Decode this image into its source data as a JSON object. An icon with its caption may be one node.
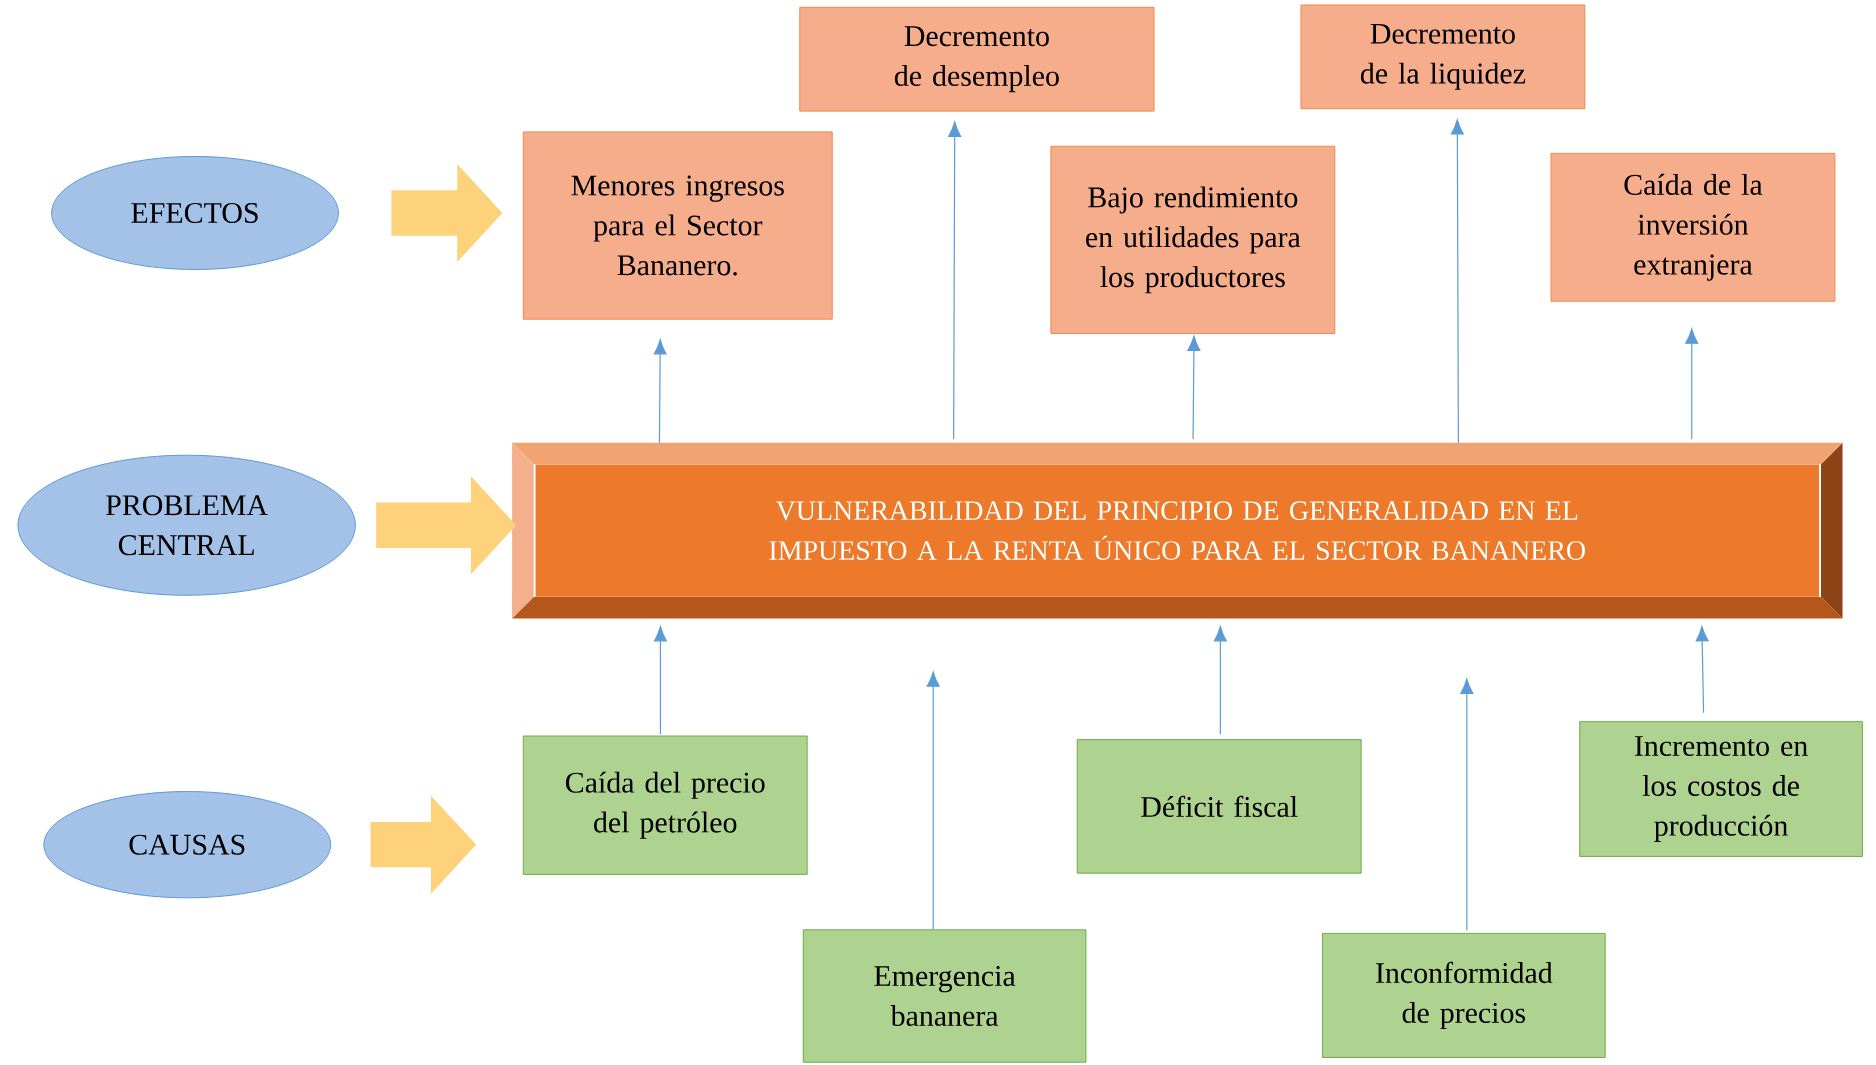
{
  "diagram": {
    "nodes": [
      {
        "text": [
          "EFECTOS"
        ]
      },
      {
        "text": [
          "PROBLEMA CENTRAL"
        ]
      },
      {
        "text": [
          "CAUSAS"
        ]
      },
      {
        "text": [
          "VULNERABILIDAD DEL PRINCIPIO DE GENERALIDAD EN EL IMPUESTO A LA RENTA ÚNICO PARA EL SECTOR BANANERO"
        ]
      },
      {
        "text": [
          "Decremento de desempleo"
        ]
      },
      {
        "text": [
          "Decremento de la liquidez"
        ]
      },
      {
        "text": [
          "Menores ingresos para el Sector Bananero."
        ]
      },
      {
        "text": [
          "Bajo rendimiento en utilidades para los productores"
        ]
      },
      {
        "text": [
          "Caída de la inversión extranjera"
        ]
      },
      {
        "text": [
          "Caída del precio del petróleo"
        ]
      },
      {
        "text": [
          "Déficit fiscal"
        ]
      },
      {
        "text": [
          "Incremento en los costos de producción"
        ]
      },
      {
        "text": [
          "Emergencia bananera"
        ]
      },
      {
        "text": [
          "Inconformidad de precios"
        ]
      }
    ],
    "edges": [
      {
        "from": 0,
        "to": 6,
        "arrow": "to",
        "style": "thick",
        "color": "#fdd27a"
      },
      {
        "from": 1,
        "to": 3,
        "arrow": "to",
        "style": "thick",
        "color": "#fdd27a"
      },
      {
        "from": 2,
        "to": 9,
        "arrow": "to",
        "style": "thick",
        "color": "#fdd27a"
      },
      {
        "from": 3,
        "to": 6,
        "arrow": "to"
      },
      {
        "from": 3,
        "to": 4,
        "arrow": "to"
      },
      {
        "from": 3,
        "to": 7,
        "arrow": "to"
      },
      {
        "from": 3,
        "to": 5,
        "arrow": "to"
      },
      {
        "from": 3,
        "to": 8,
        "arrow": "to"
      },
      {
        "from": 9,
        "to": 3,
        "arrow": "to"
      },
      {
        "from": 12,
        "to": 3,
        "arrow": "to"
      },
      {
        "from": 10,
        "to": 3,
        "arrow": "to"
      },
      {
        "from": 13,
        "to": 3,
        "arrow": "to"
      },
      {
        "from": 11,
        "to": 3,
        "arrow": "to"
      }
    ]
  }
}
